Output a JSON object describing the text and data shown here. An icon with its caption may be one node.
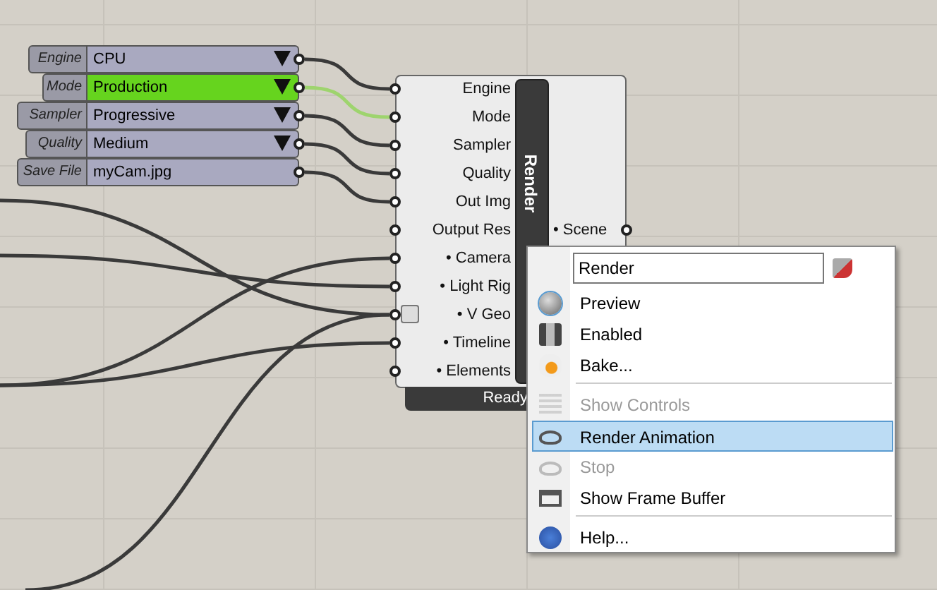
{
  "diagram": {
    "nodes": [
      {
        "text": [
          "Engine",
          "CPU"
        ]
      },
      {
        "text": [
          "Mode",
          "Production"
        ]
      },
      {
        "text": [
          "Sampler",
          "Progressive"
        ]
      },
      {
        "text": [
          "Quality",
          "Medium"
        ]
      },
      {
        "text": [
          "Save File",
          "myCam.jpg"
        ]
      },
      {
        "text": [
          "Render"
        ],
        "beside": [
          "Ready"
        ]
      },
      {
        "text": [
          "Engine"
        ],
        "in": 5
      },
      {
        "text": [
          "Mode"
        ],
        "in": 5
      },
      {
        "text": [
          "Sampler"
        ],
        "in": 5
      },
      {
        "text": [
          "Quality"
        ],
        "in": 5
      },
      {
        "text": [
          "Out Img"
        ],
        "in": 5
      },
      {
        "text": [
          "Output Res"
        ],
        "in": 5
      },
      {
        "text": [
          "• Camera"
        ],
        "in": 5
      },
      {
        "text": [
          "• Light Rig"
        ],
        "in": 5
      },
      {
        "text": [
          "• V Geo"
        ],
        "in": 5
      },
      {
        "text": [
          "• Timeline"
        ],
        "in": 5
      },
      {
        "text": [
          "• Elements"
        ],
        "in": 5
      },
      {
        "text": [
          "• Scene"
        ],
        "in": 5
      }
    ],
    "edges": [
      {
        "from": 0,
        "to": 6,
        "arrow": "none"
      },
      {
        "from": 1,
        "to": 7,
        "arrow": "none",
        "color": "#9ed46e"
      },
      {
        "from": 2,
        "to": 8,
        "arrow": "none"
      },
      {
        "from": 3,
        "to": 9,
        "arrow": "none"
      },
      {
        "from": 4,
        "to": 10,
        "arrow": "none"
      },
      {
        "from": null,
        "to": 12,
        "arrow": "none"
      },
      {
        "from": null,
        "to": 13,
        "arrow": "none"
      },
      {
        "from": null,
        "to": 14,
        "arrow": "none"
      },
      {
        "from": null,
        "to": 14,
        "arrow": "none"
      },
      {
        "from": null,
        "to": 15,
        "arrow": "none"
      }
    ],
    "labels": [
      "Render",
      "Preview",
      "Enabled",
      "Bake...",
      "Show Controls",
      "Render Animation",
      "Stop",
      "Show Frame Buffer",
      "Help..."
    ]
  }
}
